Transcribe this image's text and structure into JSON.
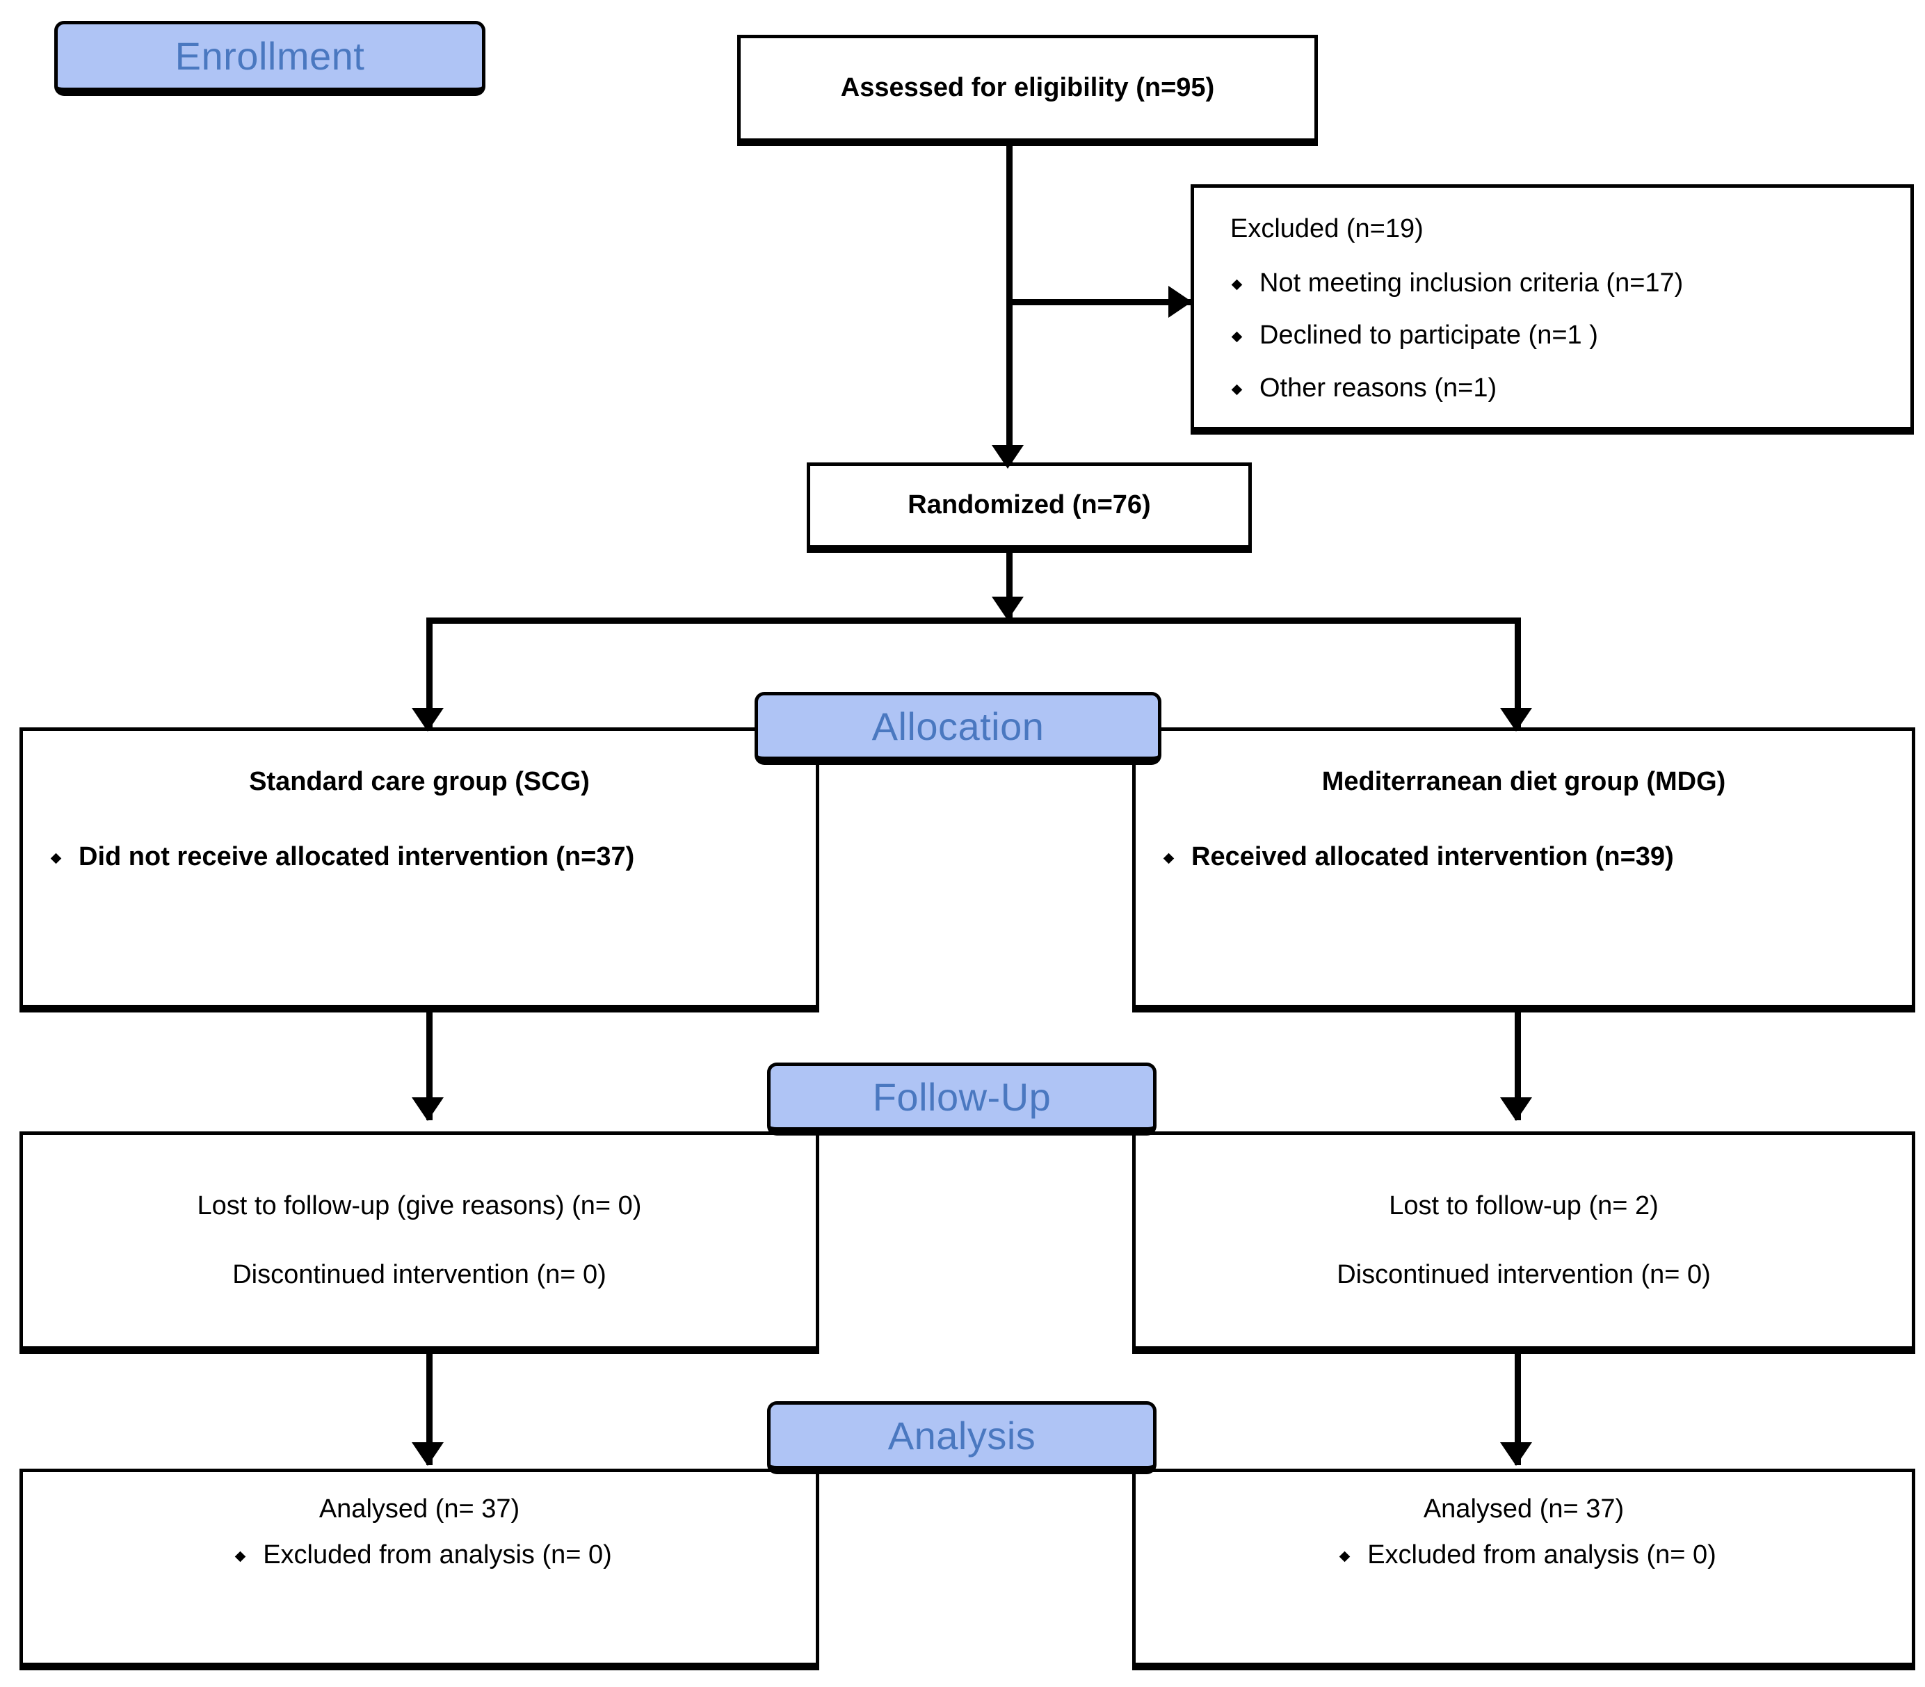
{
  "diagram": {
    "title": "CONSORT participant flow diagram",
    "colors": {
      "stage_fill": "#afc4f5",
      "stage_text": "#4a78c0",
      "line": "#000000",
      "box_fill": "#ffffff"
    },
    "stages": [
      {
        "key": "enrollment",
        "label": "Enrollment"
      },
      {
        "key": "allocation",
        "label": "Allocation"
      },
      {
        "key": "followup",
        "label": "Follow-Up"
      },
      {
        "key": "analysis",
        "label": "Analysis"
      }
    ],
    "nodes": {
      "assessed": {
        "text": "Assessed for eligibility (n=95)"
      },
      "excluded": {
        "heading": "Excluded (n=19)",
        "items": [
          "Not meeting inclusion criteria (n=17)",
          "Declined to participate (n=1 )",
          "Other reasons (n=1)"
        ]
      },
      "randomized": {
        "text": "Randomized (n=76)"
      },
      "alloc_left": {
        "title": "Standard care group (SCG)",
        "items": [
          "Did not receive allocated intervention (n=37)"
        ]
      },
      "alloc_right": {
        "title": "Mediterranean diet group (MDG)",
        "items": [
          "Received allocated intervention (n=39)"
        ]
      },
      "follow_left": {
        "lines": [
          "Lost to follow-up (give reasons) (n= 0)",
          "Discontinued intervention (n= 0)"
        ]
      },
      "follow_right": {
        "lines": [
          "Lost to follow-up (n= 2)",
          "Discontinued intervention (n= 0)"
        ]
      },
      "analysis_left": {
        "heading": "Analysed (n= 37)",
        "items": [
          "Excluded from analysis (n= 0)"
        ]
      },
      "analysis_right": {
        "heading": "Analysed (n= 37)",
        "items": [
          "Excluded from analysis (n= 0)"
        ]
      }
    }
  }
}
